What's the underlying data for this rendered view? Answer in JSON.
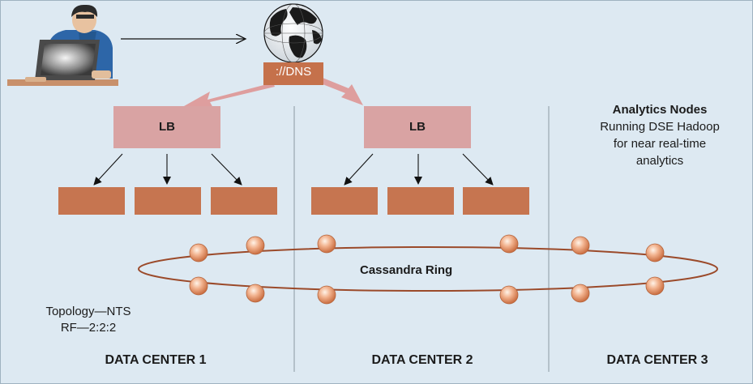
{
  "diagram": {
    "dns_label": "://DNS",
    "load_balancers": [
      {
        "label": "LB"
      },
      {
        "label": "LB"
      }
    ],
    "ring_label": "Cassandra Ring",
    "analytics": {
      "title": "Analytics Nodes",
      "line1": "Running DSE Hadoop",
      "line2": "for near real-time",
      "line3": "analytics"
    },
    "topology": {
      "line1": "Topology—NTS",
      "line2": "RF—2:2:2"
    },
    "data_centers": [
      "DATA CENTER 1",
      "DATA CENTER 2",
      "DATA CENTER 3"
    ],
    "icons": [
      "user-at-laptop-icon",
      "globe-icon"
    ],
    "colors": {
      "background": "#dde9f2",
      "lb_box": "#d9a3a3",
      "node_box": "#c67550",
      "dns_banner": "#c5714b",
      "big_arrow": "#de9e9e",
      "ring": "#9b4a2a",
      "ring_node": "#e8a07a",
      "divider": "#9aa7b1"
    }
  }
}
